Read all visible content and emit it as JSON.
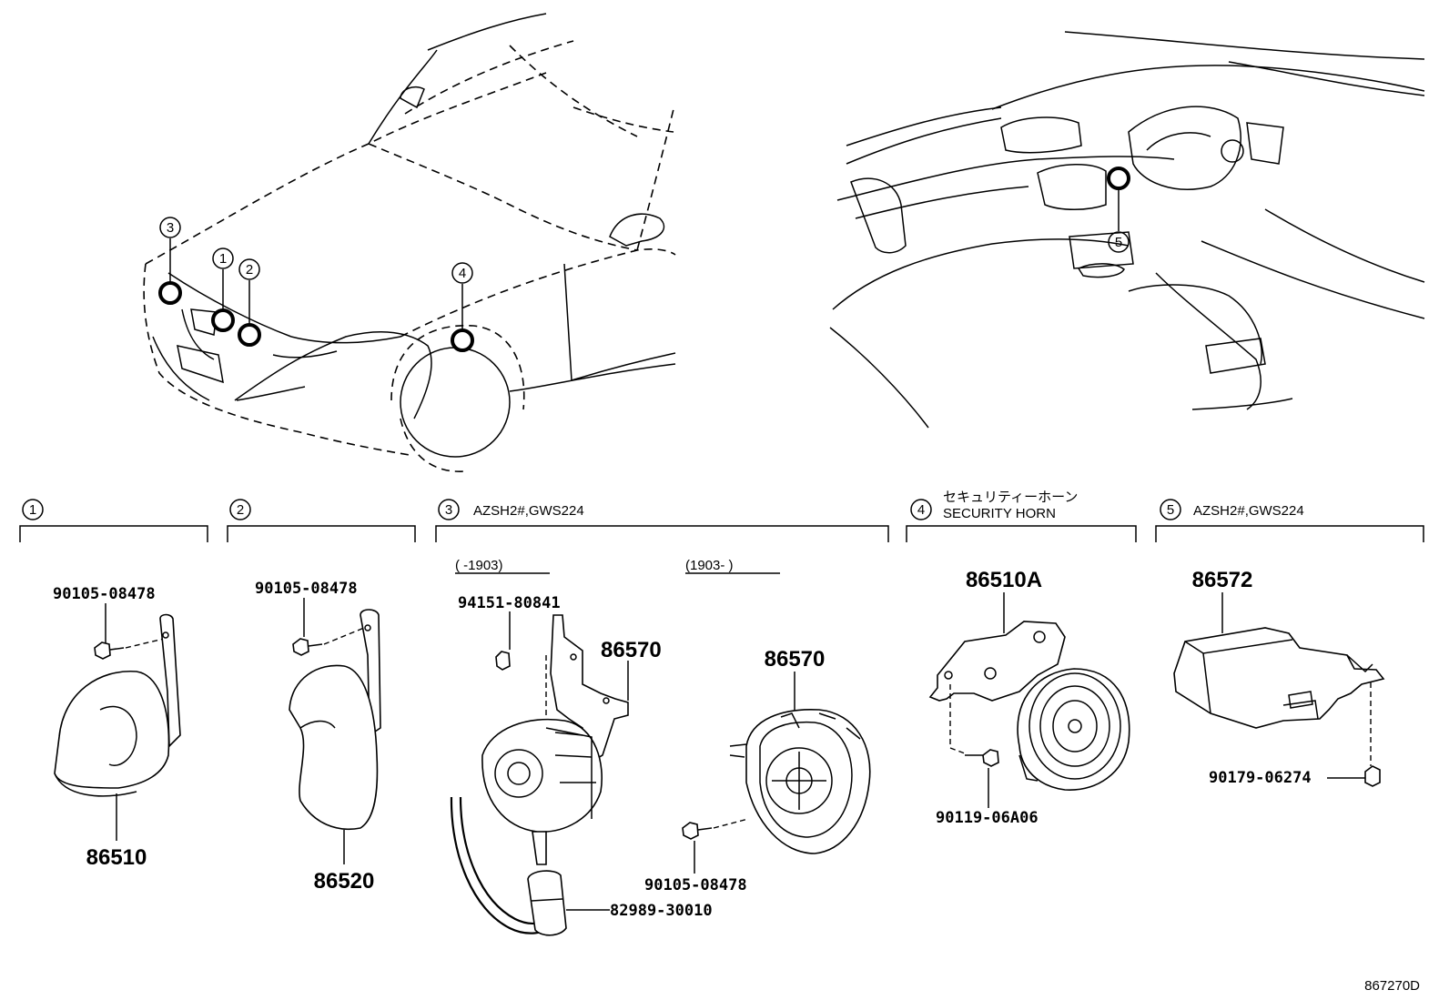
{
  "callouts": [
    {
      "num": "1",
      "label": ""
    },
    {
      "num": "2",
      "label": ""
    },
    {
      "num": "3",
      "label": "AZSH2#,GWS224"
    },
    {
      "num": "4",
      "label_jp": "セキュリティーホーン",
      "label_en": "SECURITY HORN"
    },
    {
      "num": "5",
      "label": "AZSH2#,GWS224"
    }
  ],
  "date_ranges": {
    "early": "(     -1903)",
    "late": "(1903-     )"
  },
  "parts": {
    "s1_bolt": "90105-08478",
    "s1_horn": "86510",
    "s2_bolt": "90105-08478",
    "s2_horn": "86520",
    "s3_nut": "94151-80841",
    "s3_speaker_early": "86570",
    "s3_speaker_late": "86570",
    "s3_bolt": "90105-08478",
    "s3_connector": "82989-30010",
    "s4_horn": "86510A",
    "s4_bolt": "90119-06A06",
    "s5_module": "86572",
    "s5_nut": "90179-06274"
  },
  "diagram_code": "867270D"
}
